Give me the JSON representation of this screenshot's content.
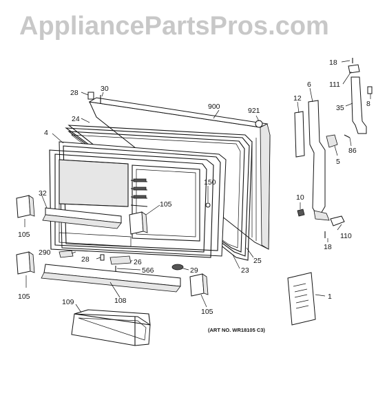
{
  "watermark": "AppliancePartsPros.com",
  "art_number": "(ART NO. WR18105 C3)",
  "labels": {
    "l18a": "18",
    "l111": "111",
    "l8": "8",
    "l35": "35",
    "l6": "6",
    "l12": "12",
    "l86": "86",
    "l5": "5",
    "l10": "10",
    "l18b": "18",
    "l110": "110",
    "l1": "1",
    "l28a": "28",
    "l30": "30",
    "l900": "900",
    "l921": "921",
    "l24": "24",
    "l4": "4",
    "l150": "150",
    "l32": "32",
    "l105a": "105",
    "l105b": "105",
    "l290": "290",
    "l28b": "28",
    "l26": "26",
    "l566": "566",
    "l29": "29",
    "l23": "23",
    "l25": "25",
    "l105c": "105",
    "l108": "108",
    "l105d": "105",
    "l109": "109"
  }
}
